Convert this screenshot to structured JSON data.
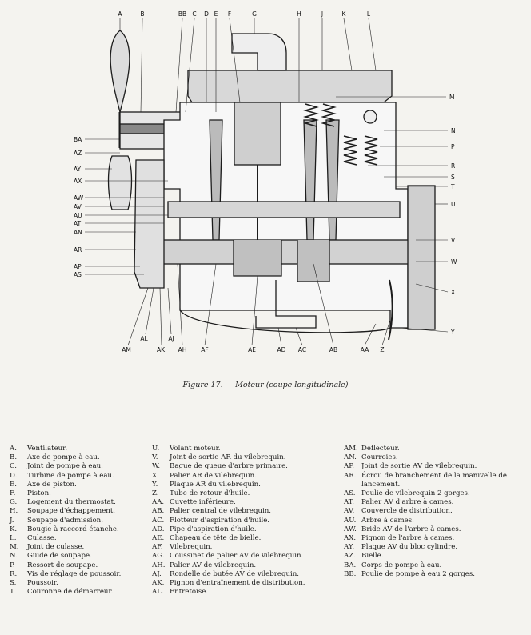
{
  "figure": {
    "top_labels": [
      "A",
      "B",
      "BB",
      "C",
      "D",
      "E",
      "F",
      "G",
      "H",
      "J",
      "K",
      "L"
    ],
    "right_labels": [
      "M",
      "N",
      "P",
      "R",
      "S",
      "T",
      "U",
      "V",
      "W",
      "X",
      "Y"
    ],
    "left_labels": [
      "BA",
      "AZ",
      "AY",
      "AX",
      "AW",
      "AV",
      "AU",
      "AT",
      "AN",
      "AR",
      "AP",
      "AS"
    ],
    "bottom_labels": [
      "AM",
      "AL",
      "AK",
      "AJ",
      "AH",
      "AF",
      "AE",
      "AD",
      "AC",
      "AB",
      "AA",
      "Z"
    ]
  },
  "caption": "Figure 17. — Moteur (coupe longitudinale)",
  "legend": {
    "col1": [
      {
        "code": "A.",
        "text": "Ventilateur."
      },
      {
        "code": "B.",
        "text": "Axe de pompe à eau."
      },
      {
        "code": "C.",
        "text": "Joint de pompe à eau."
      },
      {
        "code": "D.",
        "text": "Turbine de pompe à eau."
      },
      {
        "code": "E.",
        "text": "Axe de piston."
      },
      {
        "code": "F.",
        "text": "Piston."
      },
      {
        "code": "G.",
        "text": "Logement du thermostat."
      },
      {
        "code": "H.",
        "text": "Soupape d'échappement."
      },
      {
        "code": "J.",
        "text": "Soupape d'admission."
      },
      {
        "code": "K.",
        "text": "Bougie à raccord étanche."
      },
      {
        "code": "L.",
        "text": "Culasse."
      },
      {
        "code": "M.",
        "text": "Joint de culasse."
      },
      {
        "code": "N.",
        "text": "Guide de soupape."
      },
      {
        "code": "P.",
        "text": "Ressort de soupape."
      },
      {
        "code": "R.",
        "text": "Vis de réglage de poussoir."
      },
      {
        "code": "S.",
        "text": "Poussoir."
      },
      {
        "code": "T.",
        "text": "Couronne de démarreur."
      }
    ],
    "col2": [
      {
        "code": "U.",
        "text": "Volant moteur."
      },
      {
        "code": "V.",
        "text": "Joint de sortie AR du vilebrequin."
      },
      {
        "code": "W.",
        "text": "Bague de queue d'arbre primaire."
      },
      {
        "code": "X.",
        "text": "Palier AR de vilebrequin."
      },
      {
        "code": "Y.",
        "text": "Plaque AR du vilebrequin."
      },
      {
        "code": "Z.",
        "text": "Tube de retour d'huile."
      },
      {
        "code": "AA.",
        "text": "Cuvette inférieure."
      },
      {
        "code": "AB.",
        "text": "Palier central de vilebrequin."
      },
      {
        "code": "AC.",
        "text": "Flotteur d'aspiration d'huile."
      },
      {
        "code": "AD.",
        "text": "Pipe d'aspiration d'huile."
      },
      {
        "code": "AE.",
        "text": "Chapeau de tête de bielle."
      },
      {
        "code": "AF.",
        "text": "Vilebrequin."
      },
      {
        "code": "AG.",
        "text": "Coussinet de palier AV de vilebrequin."
      },
      {
        "code": "AH.",
        "text": "Palier AV de vilebrequin."
      },
      {
        "code": "AJ.",
        "text": "Rondelle de butée AV de vilebrequin."
      },
      {
        "code": "AK.",
        "text": "Pignon d'entraînement de distribution."
      },
      {
        "code": "AL.",
        "text": "Entretoise."
      }
    ],
    "col3": [
      {
        "code": "AM.",
        "text": "Déflecteur."
      },
      {
        "code": "AN.",
        "text": "Courroies."
      },
      {
        "code": "AP.",
        "text": "Joint de sortie AV de vilebrequin."
      },
      {
        "code": "AR.",
        "text": "Écrou de branchement de la manivelle de lancement."
      },
      {
        "code": "AS.",
        "text": "Poulie de vilebrequin 2 gorges."
      },
      {
        "code": "AT.",
        "text": "Palier AV d'arbre à cames."
      },
      {
        "code": "AV.",
        "text": "Couvercle de distribution."
      },
      {
        "code": "AU.",
        "text": "Arbre à cames."
      },
      {
        "code": "AW.",
        "text": "Bride AV de l'arbre à cames."
      },
      {
        "code": "AX.",
        "text": "Pignon de l'arbre à cames."
      },
      {
        "code": "AY.",
        "text": "Plaque AV du bloc cylindre."
      },
      {
        "code": "AZ.",
        "text": "Bielle."
      },
      {
        "code": "BA.",
        "text": "Corps de pompe à eau."
      },
      {
        "code": "BB.",
        "text": "Poulie de pompe à eau 2 gorges."
      }
    ]
  }
}
